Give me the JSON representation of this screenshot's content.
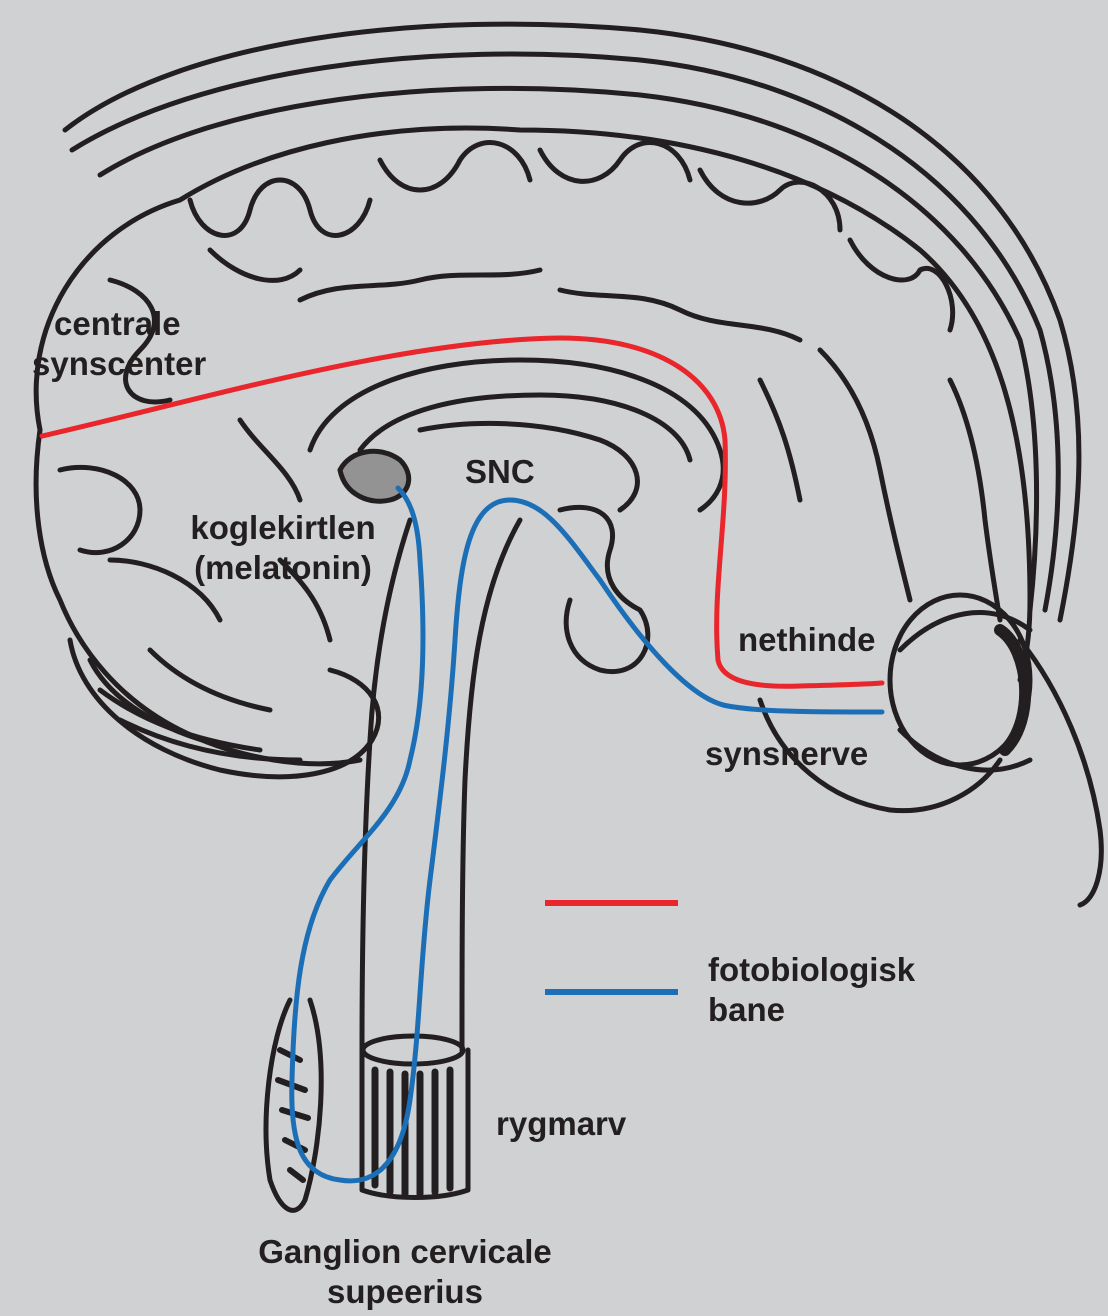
{
  "labels": {
    "centrale_line1": "centrale",
    "centrale_line2": "synscenter",
    "koglekirtlen_line1": "koglekirtlen",
    "koglekirtlen_line2": "(melatonin)",
    "snc": "SNC",
    "nethinde": "nethinde",
    "synsnerve": "synsnerve",
    "rygmarv": "rygmarv",
    "ganglion_line1": "Ganglion cervicale",
    "ganglion_line2": "supeerius"
  },
  "legend": {
    "red_label": "",
    "blue_label_line1": "fotobiologisk",
    "blue_label_line2": "bane"
  },
  "colors": {
    "background": "#cfd1d3",
    "ink": "#231f20",
    "visual_pathway": "#e8262b",
    "photobiological_pathway": "#1c6fb6"
  }
}
